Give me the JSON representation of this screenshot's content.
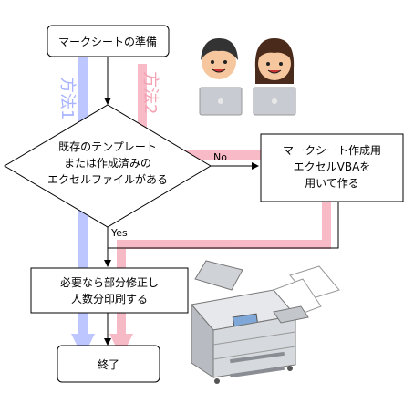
{
  "nodes": {
    "start": "マークシートの準備",
    "decision": [
      "既存のテンプレート",
      "または作成済みの",
      "エクセルファイルがある"
    ],
    "vba": [
      "マークシート作成用",
      "エクセルVBAを",
      "用いて作る"
    ],
    "print": [
      "必要なら部分修正し",
      "人数分印刷する"
    ],
    "end": "終了"
  },
  "edges": {
    "no": "No",
    "yes": "Yes"
  },
  "methods": {
    "method1": {
      "label": "方法1",
      "color": "#a9b4ff"
    },
    "method2": {
      "label": "方法2",
      "color": "#f4a3b3"
    }
  },
  "illustrations": {
    "people": [
      "man-with-laptop-icon",
      "woman-with-laptop-icon"
    ],
    "printer": "copier-printer-icon"
  }
}
